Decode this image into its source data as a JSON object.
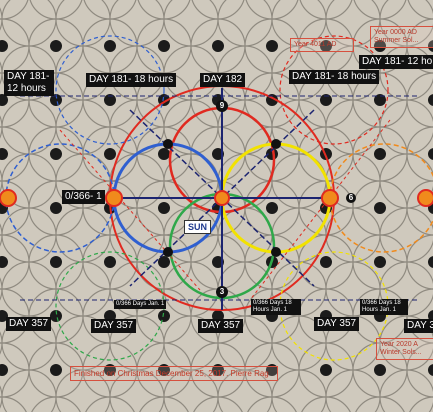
{
  "labels": {
    "day_181_12_hours_left": "DAY 181-\n12 hours",
    "day_181_18_hours_top": "DAY 181- 18 hours",
    "day_182": "DAY 182",
    "day_181_18_hours_right": "DAY 181- 18 hours",
    "day_181_12_hours_right": "DAY 181- 12 ho",
    "day_0_366": "0/366- 1",
    "sun": "SUN",
    "day_357_a": "DAY 357",
    "day_357_b": "DAY 357",
    "day_357_c": "DAY 357",
    "day_357_d": "DAY 357",
    "day_3_partial": "DAY 3",
    "days_jan1_a": "0/366 Days Jan. 1",
    "days_jan1_b": "0/366 Days 18 Hours Jan. 1",
    "days_jan1_c": "0/366 Days 18 Hours Jan. 1"
  },
  "numbers": {
    "top": "9",
    "bottom": "3",
    "right": "6"
  },
  "boxes": {
    "top_right": "Year 0000 AD Summer Sol...",
    "top_right_2": "Year 4011 AD",
    "bottom_right": "Year 2020 A Winter Sols..."
  },
  "note": "Finished on Christmas December 25, 2017. Pierre Rag",
  "colors": {
    "background": "#c9c3b7",
    "red": "#e02a20",
    "blue": "#2f5fd0",
    "yellow": "#f2e200",
    "green": "#2fa84a",
    "orange": "#f08a1c",
    "navy": "#1c2470"
  }
}
